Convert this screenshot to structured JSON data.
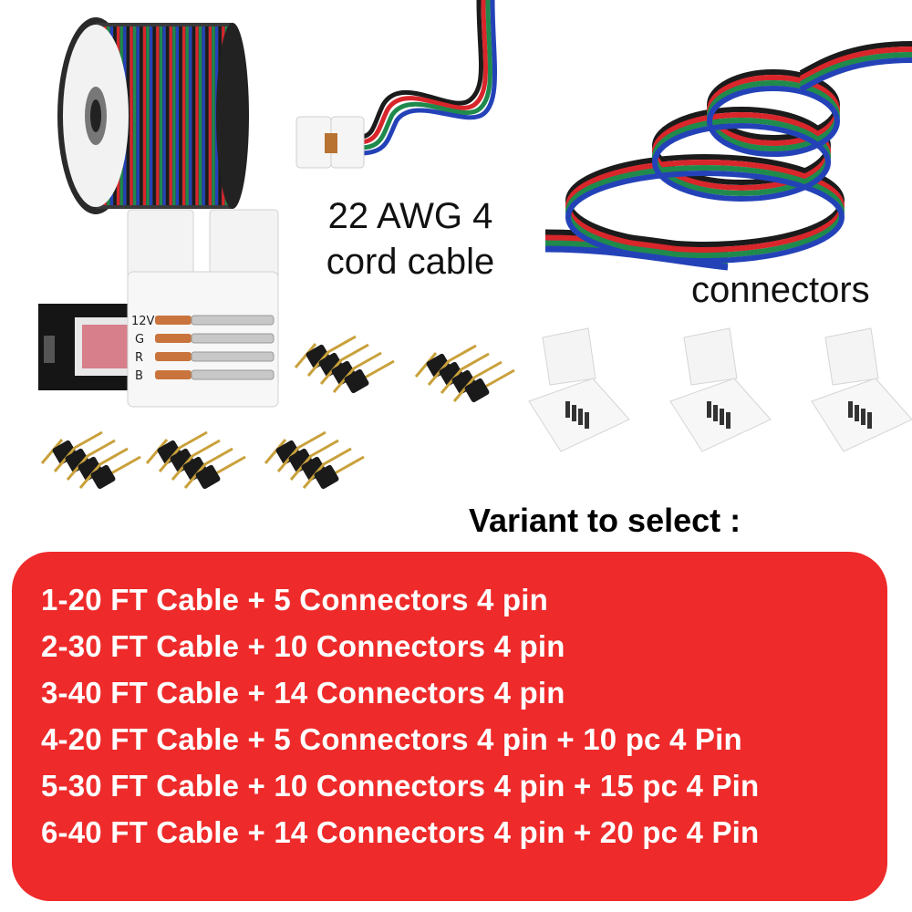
{
  "labels": {
    "cable_line1": "22 AWG 4",
    "cable_line2": "cord cable",
    "connectors": "connectors",
    "strip_pins": [
      "12V",
      "G",
      "R",
      "B"
    ]
  },
  "variant_heading": "Variant to select :",
  "variants": [
    "1-20 FT Cable + 5 Connectors 4 pin",
    "2-30 FT Cable + 10 Connectors 4 pin",
    "3-40 FT Cable + 14 Connectors 4 pin",
    "4-20 FT Cable + 5 Connectors 4 pin + 10 pc 4 Pin",
    "5-30 FT Cable + 10 Connectors 4 pin + 15 pc 4 Pin",
    "6-40 FT Cable + 14 Connectors 4 pin + 20 pc 4 Pin"
  ],
  "colors": {
    "panel": "#ee2a2a",
    "wire_black": "#1b1b1b",
    "wire_red": "#d8262b",
    "wire_green": "#1f8a4c",
    "wire_blue": "#2442b8"
  }
}
